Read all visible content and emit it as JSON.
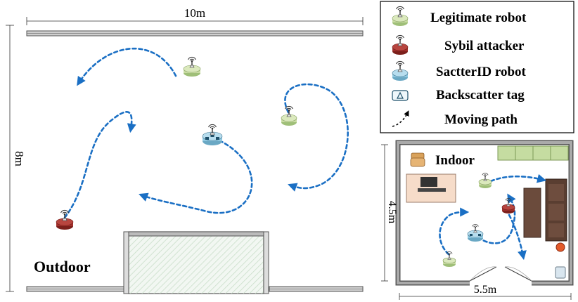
{
  "outdoor": {
    "label": "Outdoor",
    "width_label": "10m",
    "height_label": "8m"
  },
  "indoor": {
    "label": "Indoor",
    "width_label": "5.5m",
    "height_label": "4.5m"
  },
  "legend": {
    "items": [
      {
        "label": "Legitimate robot",
        "icon": "legitimate-robot-icon"
      },
      {
        "label": "Sybil attacker",
        "icon": "sybil-attacker-icon"
      },
      {
        "label": "SactterID robot",
        "icon": "sactterid-robot-icon"
      },
      {
        "label": "Backscatter tag",
        "icon": "backscatter-tag-icon"
      },
      {
        "label": "Moving path",
        "icon": "moving-path-icon"
      }
    ]
  },
  "colors": {
    "legitimate": "#c9dca3",
    "sybil": "#a3302b",
    "sactterid": "#8fc8e0",
    "path": "#1a6fc4"
  }
}
